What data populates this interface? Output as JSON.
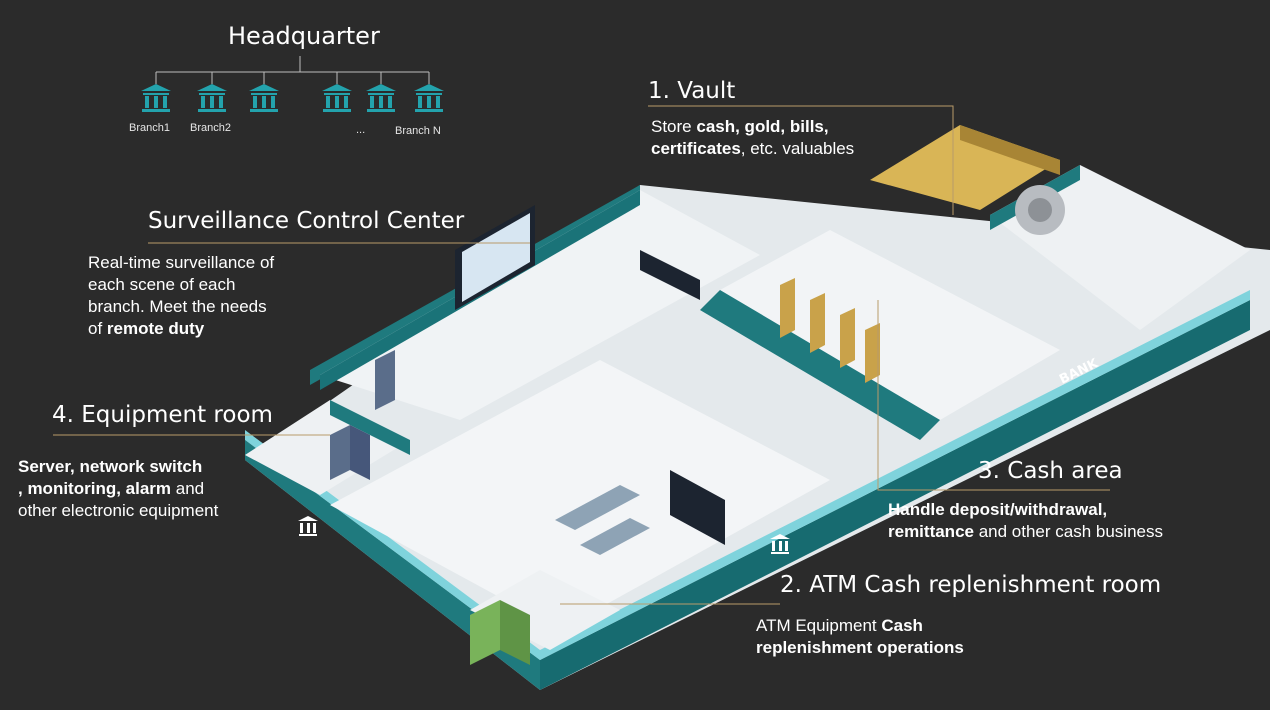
{
  "headquarter": {
    "title": "Headquarter",
    "branches": [
      "Branch1",
      "Branch2",
      "...",
      "Branch N"
    ]
  },
  "vault": {
    "title": "1. Vault",
    "desc_1": "Store ",
    "desc_2": "cash, gold, bills,",
    "desc_3": "certificates",
    "desc_4": ", etc. valuables"
  },
  "surveillance": {
    "title": "Surveillance Control Center",
    "line1": "Real-time surveillance of",
    "line2": "each scene of each",
    "line3": "branch. Meet the needs",
    "line4_a": "of ",
    "line4_b": "remote duty"
  },
  "equipment": {
    "title": "4. Equipment room",
    "line1": "Server, network switch",
    "line2_a": ", monitoring, alarm",
    "line2_b": " and",
    "line3": "other electronic equipment"
  },
  "cash_area": {
    "title": "3. Cash area",
    "line1": "Handle deposit/withdrawal,",
    "line2_a": "remittance",
    "line2_b": " and other cash business"
  },
  "atm_room": {
    "title": "2. ATM Cash replenishment room",
    "line1_a": "ATM Equipment ",
    "line1_b": "Cash",
    "line2": "replenishment operations"
  },
  "building": {
    "sign": "BANK"
  },
  "colors": {
    "background": "#2b2b2b",
    "wall_teal": "#1f7a7e",
    "wall_light": "#7fd3dc",
    "floor": "#e9edf0",
    "leader_line": "#b89b6a"
  }
}
